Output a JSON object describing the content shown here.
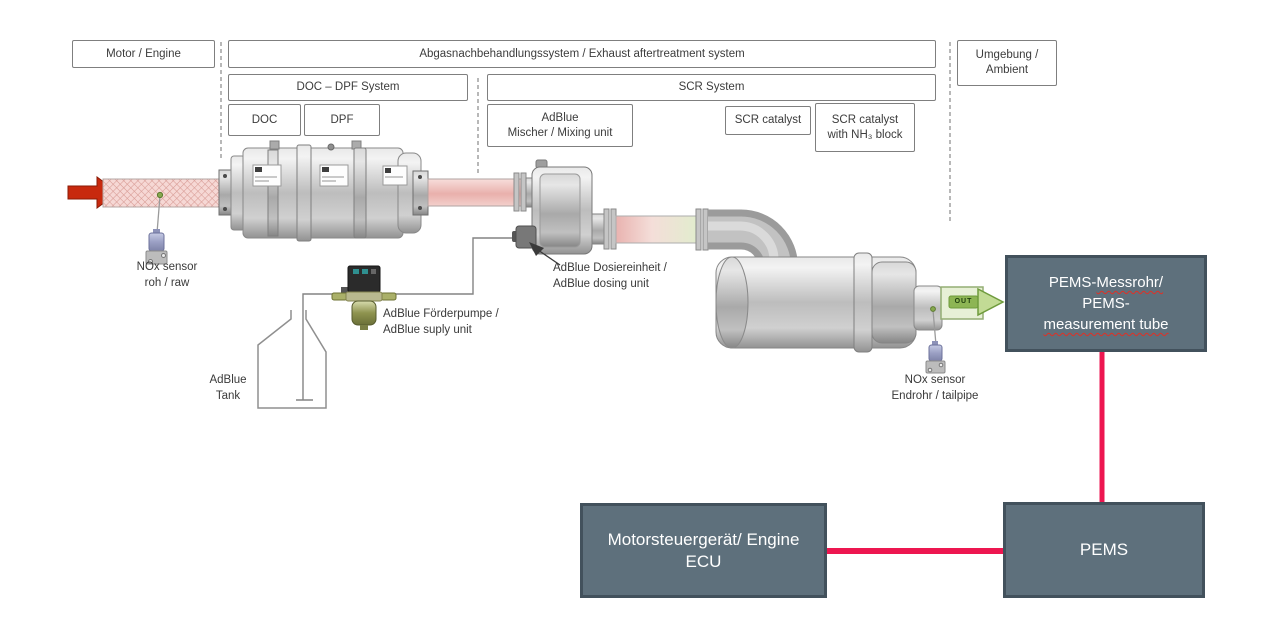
{
  "header": {
    "motor": "Motor / Engine",
    "aftertreatment": "Abgasnachbehandlungssystem / Exhaust aftertreatment system",
    "ambient_line1": "Umgebung /",
    "ambient_line2": "Ambient",
    "doc_dpf_system": "DOC – DPF System",
    "scr_system": "SCR System",
    "doc": "DOC",
    "dpf": "DPF",
    "adblue_mixer_line1": "AdBlue",
    "adblue_mixer_line2": "Mischer / Mixing unit",
    "scr_catalyst": "SCR catalyst",
    "scr_catalyst_nh3_line1": "SCR catalyst",
    "scr_catalyst_nh3_line2": "with NH₃ block"
  },
  "component_labels": {
    "nox_raw_line1": "NOx sensor",
    "nox_raw_line2": "roh / raw",
    "dosing_line1": "AdBlue Dosiereinheit /",
    "dosing_line2": "AdBlue dosing unit",
    "pump_line1": "AdBlue Förderpumpe /",
    "pump_line2": "AdBlue suply unit",
    "tank_line1": "AdBlue",
    "tank_line2": "Tank",
    "nox_tailpipe_line1": "NOx sensor",
    "nox_tailpipe_line2": "Endrohr / tailpipe"
  },
  "flow": {
    "out_label": "OUT"
  },
  "system_boxes": {
    "pems_tube_line1_plain": "PEMS-",
    "pems_tube_line1_wavy": "Messrohr/",
    "pems_tube_line2": "PEMS-",
    "pems_tube_line3": "measurement tube",
    "ecu_line1": "Motorsteuergerät/ Engine",
    "ecu_line2": "ECU",
    "pems": "PEMS"
  },
  "colors": {
    "dark_box_fill": "#5e707c",
    "dark_box_border": "#42515c",
    "connector_red": "#ed1650",
    "inlet_arrow_red": "#c8290e",
    "outlet_arrow_green": "#8db554",
    "pipe_pink": "#eab4b0",
    "pipe_green": "#e7f0d6",
    "outline_gray": "#7f7f7f"
  }
}
